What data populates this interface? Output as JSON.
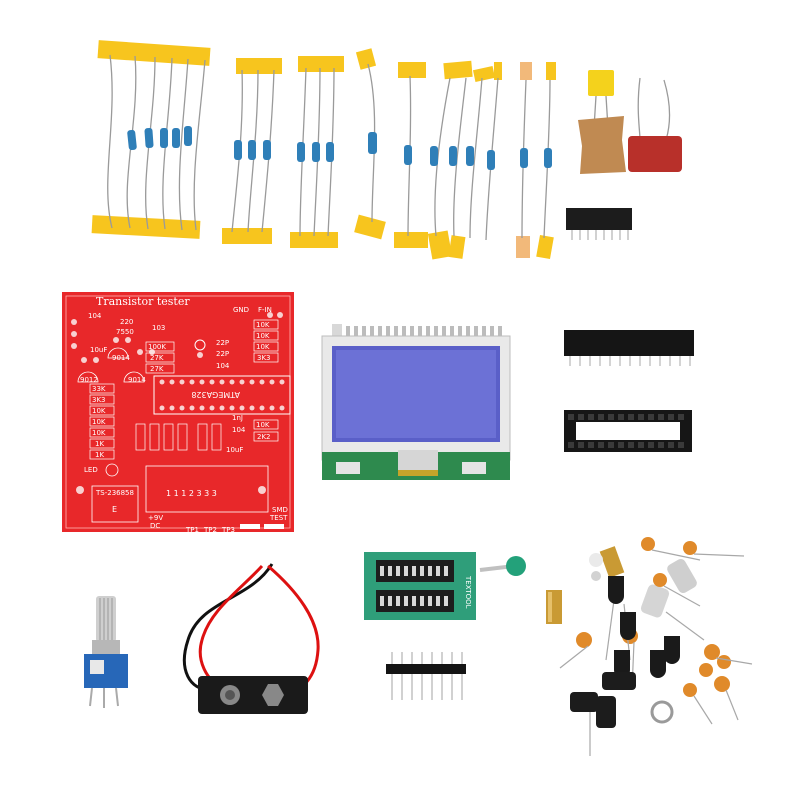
{
  "pcb": {
    "title": "Transistor tester",
    "gnd_label": "GND",
    "fin_label": "F-IN",
    "led_label": "LED",
    "power_label": "+9V",
    "dc_label": "DC",
    "smd_label": "SMD",
    "test_label": "TEST",
    "tp1": "TP1",
    "tp2": "TP2",
    "tp3": "TP3",
    "ic_label": "ATMEGA328",
    "socket_label": "TS-236858",
    "e_label": "E",
    "pins": "1 1 1 2 3 3 3",
    "resistor_labels": [
      "33K",
      "3K3",
      "10K",
      "10K",
      "10K",
      "1K",
      "1K",
      "10K",
      "10K",
      "10K",
      "3K3",
      "100K",
      "27K",
      "27K",
      "10K",
      "2K2"
    ],
    "cap_labels": [
      "104",
      "10uF",
      "220",
      "7550",
      "103",
      "22P",
      "22P",
      "104",
      "1nJ",
      "104",
      "10uF"
    ],
    "transistor_labels": [
      "9014",
      "9012",
      "9014"
    ]
  },
  "zif_label": "TEXTOOL",
  "colors": {
    "pcb_red": "#e8282a",
    "tape_yellow": "#f7c51e",
    "lcd_blue": "#5a5fc8",
    "lcd_board_green": "#2e8a4e",
    "zif_green": "#2f9e7a",
    "battery_clip": "#1a1a1a"
  }
}
